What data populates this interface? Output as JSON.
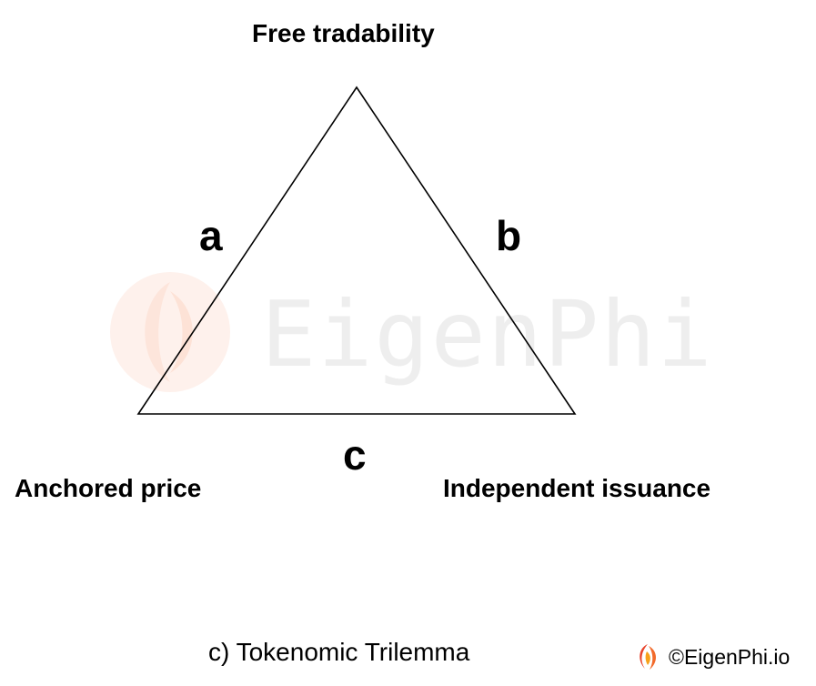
{
  "watermark": {
    "text": "EigenPhi",
    "text_color": "#eeeeee",
    "logo_color": "#fde8e0"
  },
  "diagram": {
    "vertices": {
      "top": "Free tradability",
      "bottom_left": "Anchored price",
      "bottom_right": "Independent issuance"
    },
    "sides": {
      "left": "a",
      "right": "b",
      "bottom": "c"
    },
    "line_color": "#000000"
  },
  "caption": "c) Tokenomic Trilemma",
  "credit": {
    "text": "©EigenPhi.io",
    "logo_icon": "eigenphi-logo-icon",
    "logo_color_primary": "#e8432a",
    "logo_color_secondary": "#f7a11a"
  }
}
